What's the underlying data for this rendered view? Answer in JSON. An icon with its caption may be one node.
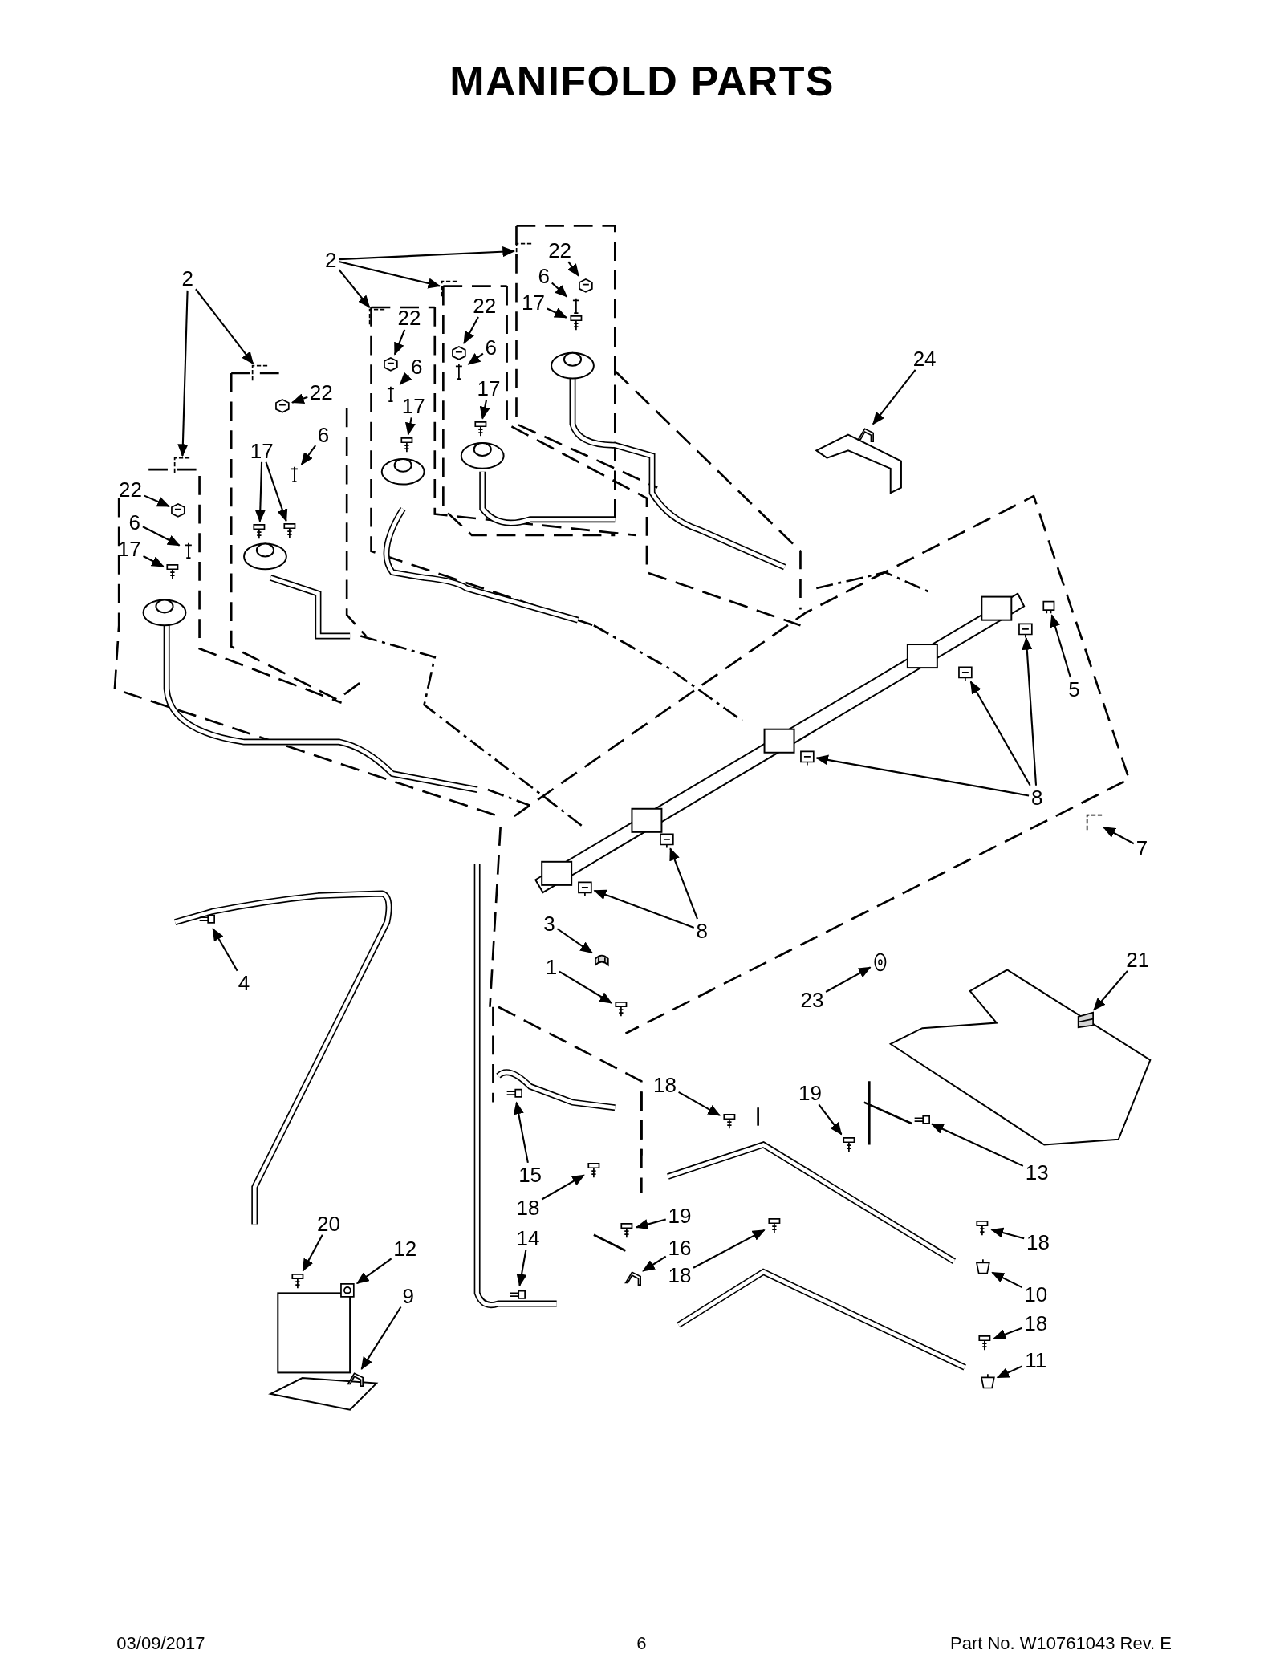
{
  "diagram": {
    "title": "MANIFOLD PARTS",
    "nodes": [
      {
        "text": [
          "2"
        ]
      },
      {
        "text": [
          "2"
        ]
      },
      {
        "text": [
          "22"
        ]
      },
      {
        "text": [
          "6"
        ]
      },
      {
        "text": [
          "17"
        ]
      },
      {
        "text": [
          "22"
        ]
      },
      {
        "text": [
          "22"
        ]
      },
      {
        "text": [
          "6"
        ]
      },
      {
        "text": [
          "24"
        ]
      },
      {
        "text": [
          "6"
        ]
      },
      {
        "text": [
          "17"
        ]
      },
      {
        "text": [
          "22"
        ]
      },
      {
        "text": [
          "17"
        ]
      },
      {
        "text": [
          "6"
        ]
      },
      {
        "text": [
          "17"
        ]
      },
      {
        "text": [
          "22"
        ]
      },
      {
        "text": [
          "6"
        ]
      },
      {
        "text": [
          "17"
        ]
      },
      {
        "text": [
          "5"
        ]
      },
      {
        "text": [
          "8"
        ]
      },
      {
        "text": [
          "7"
        ]
      },
      {
        "text": [
          "8"
        ]
      },
      {
        "text": [
          "3"
        ]
      },
      {
        "text": [
          "1"
        ]
      },
      {
        "text": [
          "4"
        ]
      },
      {
        "text": [
          "21"
        ]
      },
      {
        "text": [
          "23"
        ]
      },
      {
        "text": [
          "18"
        ]
      },
      {
        "text": [
          "19"
        ]
      },
      {
        "text": [
          "13"
        ]
      },
      {
        "text": [
          "15"
        ]
      },
      {
        "text": [
          "18"
        ]
      },
      {
        "text": [
          "19"
        ]
      },
      {
        "text": [
          "20"
        ]
      },
      {
        "text": [
          "14"
        ]
      },
      {
        "text": [
          "18"
        ]
      },
      {
        "text": [
          "12"
        ]
      },
      {
        "text": [
          "16"
        ]
      },
      {
        "text": [
          "18"
        ]
      },
      {
        "text": [
          "10"
        ]
      },
      {
        "text": [
          "9"
        ]
      },
      {
        "text": [
          "18"
        ]
      },
      {
        "text": [
          "11"
        ]
      },
      {
        "text": [],
        "shape": "picture"
      },
      {
        "text": [],
        "shape": "picture"
      },
      {
        "text": [],
        "shape": "picture"
      },
      {
        "text": [],
        "shape": "picture"
      },
      {
        "text": [],
        "shape": "picture"
      },
      {
        "text": [],
        "shape": "picture"
      },
      {
        "text": [],
        "shape": "picture"
      },
      {
        "text": [],
        "shape": "picture"
      },
      {
        "text": [],
        "shape": "picture"
      },
      {
        "text": [],
        "shape": "picture"
      },
      {
        "text": [],
        "shape": "picture"
      },
      {
        "text": [],
        "shape": "picture"
      },
      {
        "text": [],
        "shape": "picture"
      },
      {
        "text": [],
        "shape": "picture"
      },
      {
        "text": [],
        "shape": "picture"
      },
      {
        "text": [],
        "shape": "picture"
      },
      {
        "text": [],
        "shape": "picture"
      },
      {
        "text": [],
        "shape": "picture"
      },
      {
        "text": [],
        "shape": "picture"
      },
      {
        "text": [],
        "shape": "picture"
      },
      {
        "text": [],
        "shape": "picture"
      },
      {
        "text": [],
        "shape": "picture"
      },
      {
        "text": [],
        "shape": "picture"
      },
      {
        "text": [],
        "shape": "picture"
      },
      {
        "text": [],
        "shape": "picture"
      },
      {
        "text": [],
        "shape": "picture"
      },
      {
        "text": [],
        "shape": "picture"
      },
      {
        "text": [],
        "shape": "picture"
      },
      {
        "text": [],
        "shape": "picture"
      },
      {
        "text": [],
        "shape": "picture"
      },
      {
        "text": [],
        "shape": "picture"
      },
      {
        "text": [],
        "shape": "picture"
      },
      {
        "text": [],
        "shape": "picture"
      },
      {
        "text": [],
        "shape": "circle"
      },
      {
        "text": [],
        "shape": "picture"
      },
      {
        "text": [],
        "shape": "picture"
      },
      {
        "text": [],
        "shape": "picture"
      },
      {
        "text": [],
        "shape": "picture"
      },
      {
        "text": [],
        "shape": "picture"
      },
      {
        "text": [],
        "shape": "picture"
      },
      {
        "text": [],
        "shape": "picture"
      },
      {
        "text": [],
        "shape": "picture"
      },
      {
        "text": [],
        "shape": "picture"
      },
      {
        "text": [],
        "shape": "picture"
      },
      {
        "text": [],
        "shape": "picture"
      },
      {
        "text": [],
        "shape": "picture"
      },
      {
        "text": [],
        "shape": "picture"
      },
      {
        "text": [],
        "shape": "picture"
      },
      {
        "text": [],
        "shape": "picture"
      },
      {
        "text": [],
        "shape": "picture"
      }
    ],
    "edges": [
      {
        "from": 0,
        "to": 43,
        "arrow": "to"
      },
      {
        "from": 0,
        "to": 44,
        "arrow": "to"
      },
      {
        "from": 1,
        "to": 45,
        "arrow": "to"
      },
      {
        "from": 1,
        "to": 46,
        "arrow": "to"
      },
      {
        "from": 1,
        "to": 47,
        "arrow": "to"
      },
      {
        "from": 2,
        "to": 48,
        "arrow": "to"
      },
      {
        "from": 3,
        "to": 49,
        "arrow": "to"
      },
      {
        "from": 4,
        "to": 50,
        "arrow": "to"
      },
      {
        "from": 5,
        "to": 51,
        "arrow": "to"
      },
      {
        "from": 6,
        "to": 52,
        "arrow": "to"
      },
      {
        "from": 7,
        "to": 53,
        "arrow": "to"
      },
      {
        "from": 8,
        "to": 54,
        "arrow": "to"
      },
      {
        "from": 9,
        "to": 55,
        "arrow": "to"
      },
      {
        "from": 10,
        "to": 56,
        "arrow": "to"
      },
      {
        "from": 11,
        "to": 57,
        "arrow": "to"
      },
      {
        "from": 12,
        "to": 58,
        "arrow": "to"
      },
      {
        "from": 13,
        "to": 59,
        "arrow": "to"
      },
      {
        "from": 14,
        "to": 60,
        "arrow": "to"
      },
      {
        "from": 14,
        "to": 61,
        "arrow": "to"
      },
      {
        "from": 15,
        "to": 62,
        "arrow": "to"
      },
      {
        "from": 16,
        "to": 63,
        "arrow": "to"
      },
      {
        "from": 17,
        "to": 64,
        "arrow": "to"
      },
      {
        "from": 18,
        "to": 65,
        "arrow": "to"
      },
      {
        "from": 19,
        "to": 66,
        "arrow": "to"
      },
      {
        "from": 19,
        "to": 67,
        "arrow": "to"
      },
      {
        "from": 19,
        "to": 68,
        "arrow": "to"
      },
      {
        "from": 20,
        "to": 69,
        "arrow": "to"
      },
      {
        "from": 21,
        "to": 70,
        "arrow": "to"
      },
      {
        "from": 21,
        "to": 71,
        "arrow": "to"
      },
      {
        "from": 22,
        "to": 72,
        "arrow": "to"
      },
      {
        "from": 23,
        "to": 73,
        "arrow": "to"
      },
      {
        "from": 24,
        "to": 74,
        "arrow": "to"
      },
      {
        "from": 25,
        "to": 75,
        "arrow": "to"
      },
      {
        "from": 26,
        "to": 76,
        "arrow": "to"
      },
      {
        "from": 27,
        "to": 77,
        "arrow": "to"
      },
      {
        "from": 28,
        "to": 78,
        "arrow": "to"
      },
      {
        "from": 29,
        "to": 79,
        "arrow": "to"
      },
      {
        "from": 30,
        "to": 80,
        "arrow": "to"
      },
      {
        "from": 31,
        "to": 81,
        "arrow": "to"
      },
      {
        "from": 32,
        "to": 82,
        "arrow": "to"
      },
      {
        "from": 33,
        "to": 83,
        "arrow": "to"
      },
      {
        "from": 34,
        "to": 84,
        "arrow": "to"
      },
      {
        "from": 35,
        "to": 85,
        "arrow": "to"
      },
      {
        "from": 36,
        "to": 86,
        "arrow": "to"
      },
      {
        "from": 37,
        "to": 87,
        "arrow": "to"
      },
      {
        "from": 38,
        "to": 88,
        "arrow": "to"
      },
      {
        "from": 39,
        "to": 89,
        "arrow": "to"
      },
      {
        "from": 40,
        "to": 90,
        "arrow": "to"
      },
      {
        "from": 41,
        "to": 91,
        "arrow": "to"
      },
      {
        "from": 42,
        "to": 92,
        "arrow": "to"
      }
    ],
    "labels": [
      "03/09/2017",
      "6",
      "Part No. W10761043 Rev. E"
    ]
  }
}
